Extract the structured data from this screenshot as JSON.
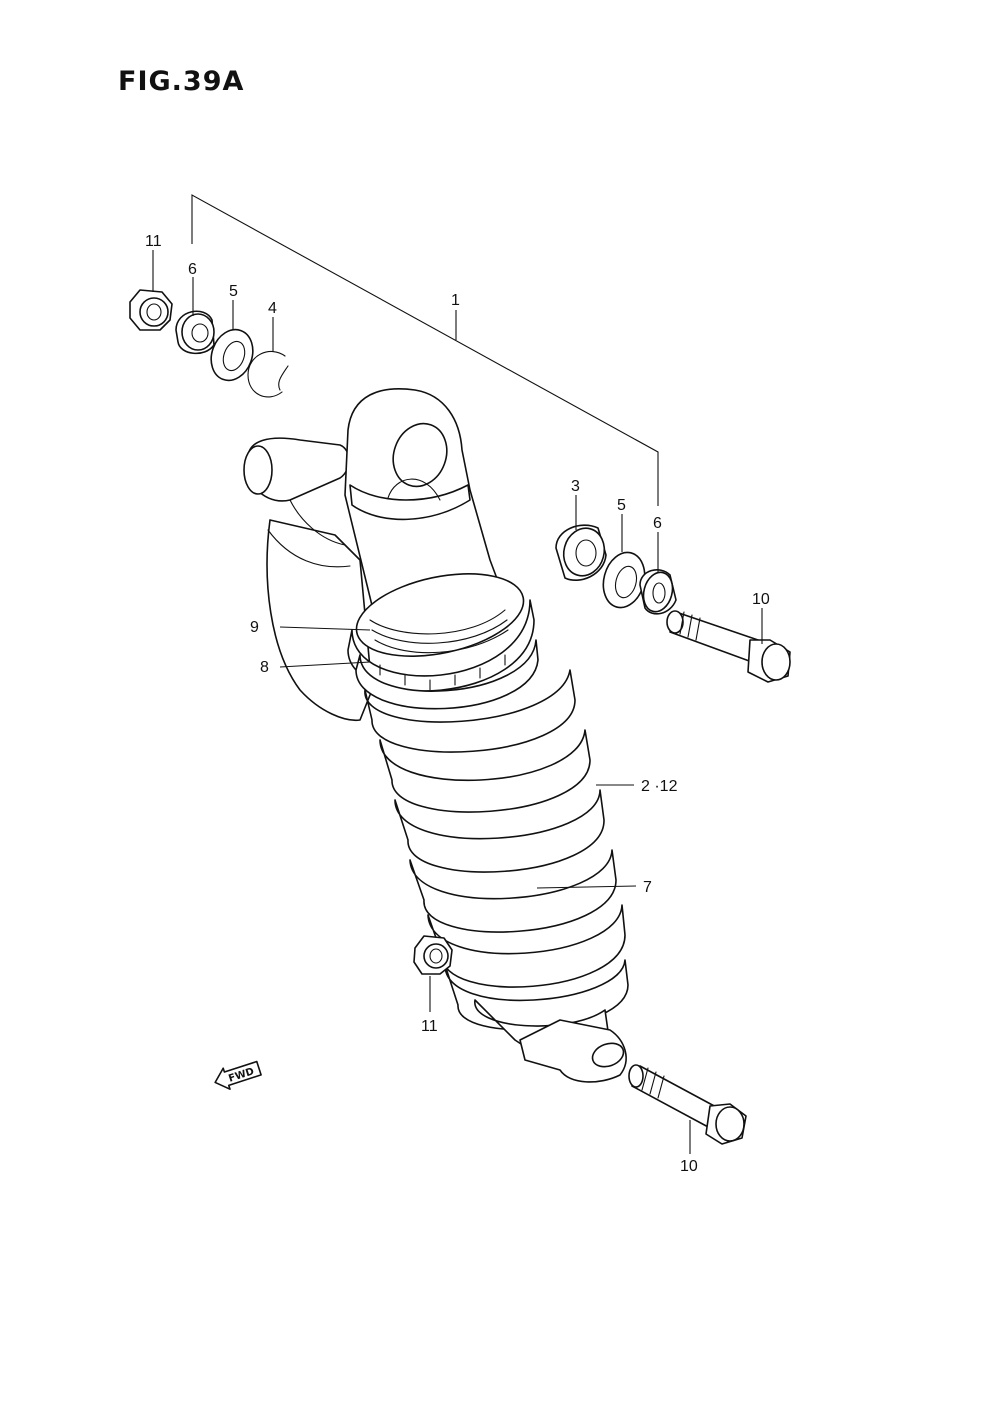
{
  "figure": {
    "title": "FIG.39A"
  },
  "callouts": {
    "c1": "1",
    "c3": "3",
    "c4": "4",
    "c5a": "5",
    "c5b": "5",
    "c6a": "6",
    "c6b": "6",
    "c7": "7",
    "c8": "8",
    "c9": "9",
    "c10a": "10",
    "c10b": "10",
    "c11a": "11",
    "c11b": "11",
    "c2_12": "2 ·12"
  },
  "direction_marker": {
    "label": "FWD"
  },
  "icons": {
    "direction": "fwd-arrow-icon"
  }
}
